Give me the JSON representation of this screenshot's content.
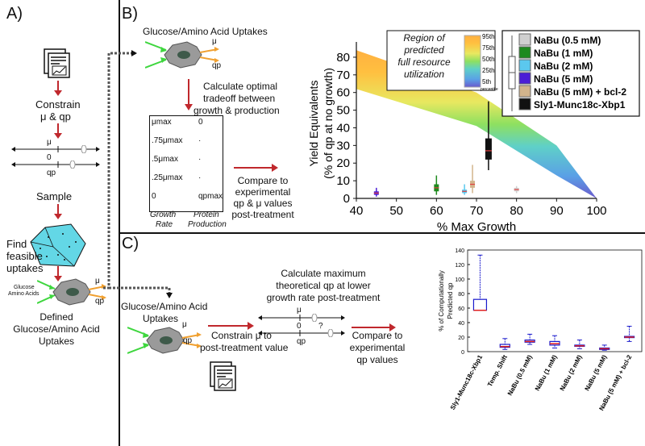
{
  "panels": {
    "a": {
      "label": "A)"
    },
    "b": {
      "label": "B)"
    },
    "c": {
      "label": "C)"
    }
  },
  "panel_a": {
    "constrain": "Constrain",
    "mu_qp": "μ & qp",
    "mu": "μ",
    "zero": "0",
    "qp": "qp",
    "sample": "Sample",
    "find": "Find",
    "feasible": "feasible",
    "uptakes": "uptakes",
    "glucose": "Glucose",
    "amino_acids": "Amino Acids",
    "defined_1": "Defined",
    "defined_2": "Glucose/Amino Acid",
    "defined_3": "Uptakes"
  },
  "panel_b": {
    "uptakes_title": "Glucose/Amino Acid Uptakes",
    "mu": "μ",
    "qp": "qp",
    "calc_1": "Calculate optimal",
    "calc_2": "tradeoff between",
    "calc_3": "growth & production",
    "table": {
      "rows": [
        {
          "left": "μmax",
          "right": "0"
        },
        {
          "left": ".75μmax",
          "right": "·"
        },
        {
          "left": ".5μmax",
          "right": "·"
        },
        {
          "left": ".25μmax",
          "right": "·"
        },
        {
          "left": "0",
          "right": "qpmax"
        }
      ],
      "col_left_1": "Growth",
      "col_left_2": "Rate",
      "col_right_1": "Protein",
      "col_right_2": "Production"
    },
    "compare_1": "Compare to",
    "compare_2": "experimental",
    "compare_3": "qp & μ values",
    "compare_4": "post-treatment"
  },
  "chart_b": {
    "region_label_1": "Region of",
    "region_label_2": "predicted",
    "region_label_3": "full resource",
    "region_label_4": "utilization",
    "percentiles": [
      "95th",
      "75th",
      "50th",
      "25th",
      "5th"
    ],
    "percentile_word": "percentile",
    "legend": [
      {
        "name": "NaBu (0.5 mM)",
        "color": "#cfcfcf"
      },
      {
        "name": "NaBu (1 mM)",
        "color": "#1e8a1e"
      },
      {
        "name": "NaBu (2 mM)",
        "color": "#5bc8ee"
      },
      {
        "name": "NaBu (5 mM)",
        "color": "#4b1ed6"
      },
      {
        "name": "NaBu (5 mM) + bcl-2",
        "color": "#d2b48c"
      },
      {
        "name": "Sly1-Munc18c-Xbp1",
        "color": "#111111"
      }
    ]
  },
  "chart_data": [
    {
      "type": "scatter",
      "title": "",
      "xlabel": "% Max Growth",
      "ylabel": "Yield Equivalents (% of qp at no growth)",
      "xlim": [
        40,
        100
      ],
      "ylim": [
        0,
        85
      ],
      "x_ticks": [
        "40",
        "50",
        "60",
        "70",
        "80",
        "90",
        "100"
      ],
      "y_ticks": [
        "0",
        "10",
        "20",
        "30",
        "40",
        "50",
        "60",
        "70",
        "80"
      ],
      "region_band": {
        "x": [
          40,
          70,
          90,
          100
        ],
        "upper": [
          84,
          60,
          30,
          0
        ],
        "lower": [
          62,
          41,
          13,
          0
        ]
      },
      "series": [
        {
          "name": "NaBu (0.5 mM)",
          "x": 80,
          "median": 5,
          "q1": 4,
          "q3": 6,
          "min": 3,
          "max": 7
        },
        {
          "name": "NaBu (1 mM)",
          "x": 60,
          "median": 6,
          "q1": 4,
          "q3": 8,
          "min": 2,
          "max": 13
        },
        {
          "name": "NaBu (2 mM)",
          "x": 67,
          "median": 4,
          "q1": 3,
          "q3": 5,
          "min": 2,
          "max": 8
        },
        {
          "name": "NaBu (5 mM)",
          "x": 45,
          "median": 3,
          "q1": 2,
          "q3": 4,
          "min": 1,
          "max": 6
        },
        {
          "name": "NaBu (5 mM) + bcl-2",
          "x": 69,
          "median": 8,
          "q1": 6,
          "q3": 10,
          "min": 3,
          "max": 19
        },
        {
          "name": "Sly1-Munc18c-Xbp1",
          "x": 73,
          "median": 27,
          "q1": 22,
          "q3": 34,
          "min": 16,
          "max": 55
        }
      ]
    },
    {
      "type": "bar",
      "title": "",
      "xlabel": "",
      "ylabel": "% of Computationally Predicted qp",
      "ylim": [
        0,
        140
      ],
      "y_ticks": [
        "0",
        "20",
        "40",
        "60",
        "80",
        "100",
        "120",
        "140"
      ],
      "categories": [
        "Sly1-Munc18c-Xbp1",
        "Temp. Shift",
        "NaBu (0.5 mM)",
        "NaBu (1 mM)",
        "NaBu (2 mM)",
        "NaBu (5 mM)",
        "NaBu (5 mM) + bcl-2"
      ],
      "boxes": [
        {
          "median": 57,
          "q1": 57,
          "q3": 72,
          "min": 57,
          "max": 133
        },
        {
          "median": 7,
          "q1": 6,
          "q3": 10,
          "min": 3,
          "max": 18
        },
        {
          "median": 14,
          "q1": 13,
          "q3": 16,
          "min": 10,
          "max": 24
        },
        {
          "median": 11,
          "q1": 9,
          "q3": 14,
          "min": 5,
          "max": 22
        },
        {
          "median": 8,
          "q1": 8,
          "q3": 9,
          "min": 4,
          "max": 16
        },
        {
          "median": 4,
          "q1": 3,
          "q3": 5,
          "min": 2,
          "max": 9
        },
        {
          "median": 20,
          "q1": 20,
          "q3": 21,
          "min": 14,
          "max": 35
        }
      ]
    }
  ],
  "panel_c": {
    "uptakes_1": "Glucose/Amino Acid",
    "uptakes_2": "Uptakes",
    "mu": "μ",
    "qp": "qp",
    "constrain_1": "Constrain μ to",
    "constrain_2": "post-treatment value",
    "calc_1": "Calculate maximum",
    "calc_2": "theoretical qp at lower",
    "calc_3": "growth rate post-treatment",
    "line_mu": "μ",
    "line_zero": "0",
    "line_q": "?",
    "line_qp": "qp",
    "compare_1": "Compare to",
    "compare_2": "experimental",
    "compare_3": "qp values"
  }
}
